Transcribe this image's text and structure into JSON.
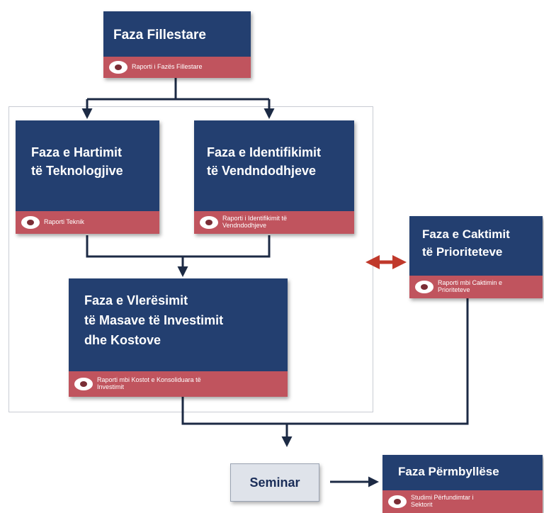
{
  "colors": {
    "box_fill": "#233f70",
    "report_band": "#c0545e",
    "seminar_fill": "#dfe3ea",
    "arrow_accent": "#c0392b"
  },
  "boxes": {
    "initial": {
      "title": "Faza Fillestare",
      "report": "Raporti i Fazës Fillestare"
    },
    "tech": {
      "title": "Faza e Hartimit\ntë Teknologjive",
      "report": "Raporti Teknik"
    },
    "sites": {
      "title": "Faza e Identifikimit\ntë Vendndodhjeve",
      "report": "Raporti i Identifikimit të\nVendndodhjeve"
    },
    "eval": {
      "title": "Faza e Vlerësimit\ntë Masave të Investimit\ndhe Kostove",
      "report": "Raporti mbi Kostot e Konsoliduara të\nInvestimit"
    },
    "priority": {
      "title": "Faza e Caktimit\ntë Prioriteteve",
      "report": "Raporti mbi Caktimin e\nPrioriteteve"
    },
    "final": {
      "title": "Faza Përmbyllëse",
      "report": "Studimi Përfundimtar i\nSektorit"
    }
  },
  "seminar": {
    "label": "Seminar"
  }
}
